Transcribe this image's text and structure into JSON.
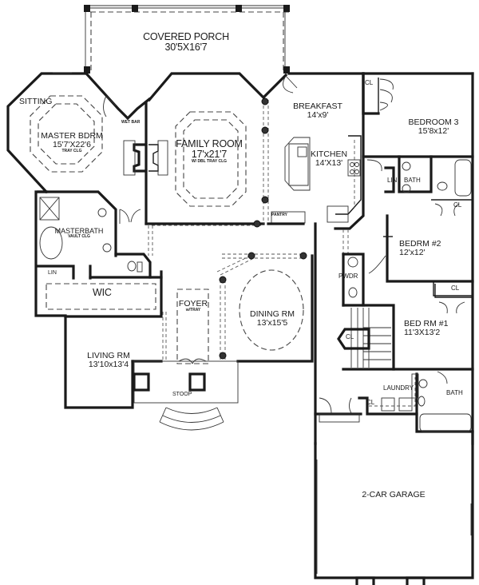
{
  "plan": {
    "type": "floor plan",
    "background": "#ffffff",
    "line_color": "#1a1a1a"
  },
  "rooms": {
    "covered_porch": {
      "name": "COVERED PORCH",
      "dims": "30'5X16'7"
    },
    "sitting": {
      "name": "SITTING"
    },
    "master_bdrm": {
      "name": "MASTER BDRM",
      "dims": "15'7'X22'6",
      "note": "TRAY CLG"
    },
    "wet_bar": {
      "name": "WET BAR"
    },
    "family_room": {
      "name": "FAMILY ROOM",
      "dims": "17'x21'7",
      "note": "W/ DBL TRAY CLG"
    },
    "breakfast": {
      "name": "BREAKFAST",
      "dims": "14'x9'"
    },
    "kitchen": {
      "name": "KITCHEN",
      "dims": "14'X13'"
    },
    "pantry": {
      "name": "PANTRY"
    },
    "bedroom_3": {
      "name": "BEDROOM  3",
      "dims": "15'8x12'",
      "closet": "CL"
    },
    "lin_bath": {
      "lin": "LIN",
      "bath": "BATH",
      "closet": "CL"
    },
    "masterbath": {
      "name": "MASTERBATH",
      "note": "VAULT CLG"
    },
    "lin_master": {
      "name": "LIN"
    },
    "wic": {
      "name": "WIC"
    },
    "bedrm_2": {
      "name": "BEDRM #2",
      "dims": "12'x12'"
    },
    "pwdr": {
      "name": "PWDR"
    },
    "foyer": {
      "name": "FOYER",
      "note": "w/TRAY"
    },
    "dining_rm": {
      "name": "DINING RM",
      "dims": "13'x15'5"
    },
    "stair_closet": {
      "name": "CL"
    },
    "bed_rm_1": {
      "name": "BED RM #1",
      "dims": "11'3X13'2",
      "closet": "CL"
    },
    "living_rm": {
      "name": "LIVING RM",
      "dims": "13'10x13'4"
    },
    "stoop": {
      "name": "STOOP"
    },
    "laundry": {
      "name": "LAUNDRY",
      "closet": "CL"
    },
    "bath_garage": {
      "name": "BATH"
    },
    "garage": {
      "name": "2-CAR GARAGE"
    }
  }
}
